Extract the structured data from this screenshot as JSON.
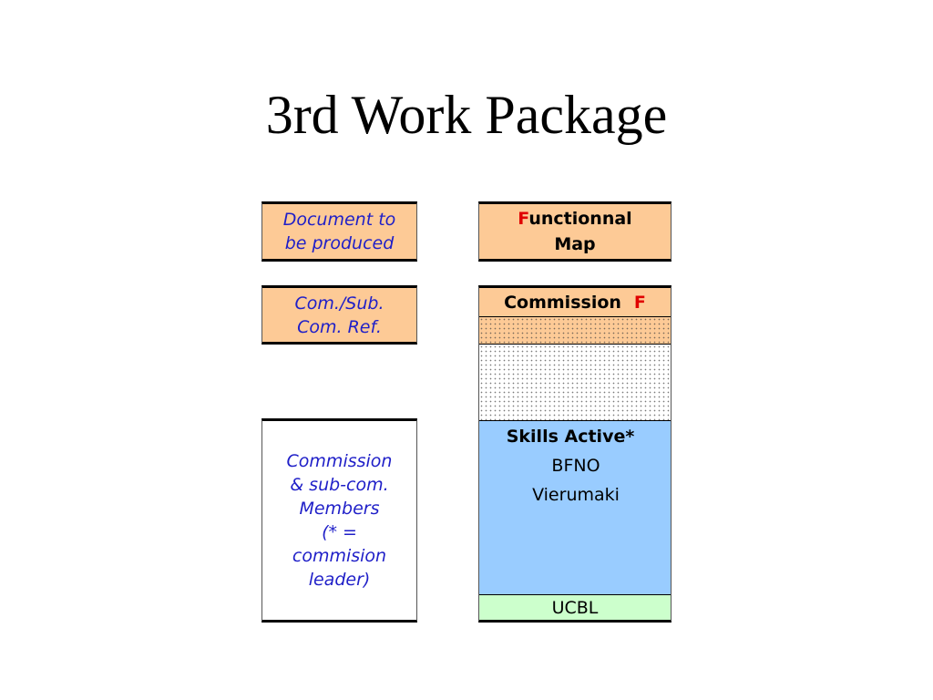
{
  "title": "3rd Work Package",
  "legend": {
    "document": [
      "Document to",
      "be produced"
    ],
    "comref": [
      "Com./Sub.",
      "Com. Ref."
    ],
    "members": [
      "Commission",
      "& sub-com.",
      "Members",
      "(* =",
      "commision",
      "leader)"
    ]
  },
  "document_box": {
    "letter": "F",
    "rest": "unctionnal",
    "line2": "Map"
  },
  "commission_box": {
    "label": "Commission",
    "letter": "F"
  },
  "members_box": {
    "leader": "Skills Active*",
    "members": [
      "BFNO",
      "Vierumaki"
    ],
    "other": "UCBL"
  },
  "colors": {
    "peach": "#fdca96",
    "blue": "#99ccff",
    "green": "#ccffcc",
    "legend_text": "#1f1fc8",
    "accent_red": "#e00000"
  }
}
